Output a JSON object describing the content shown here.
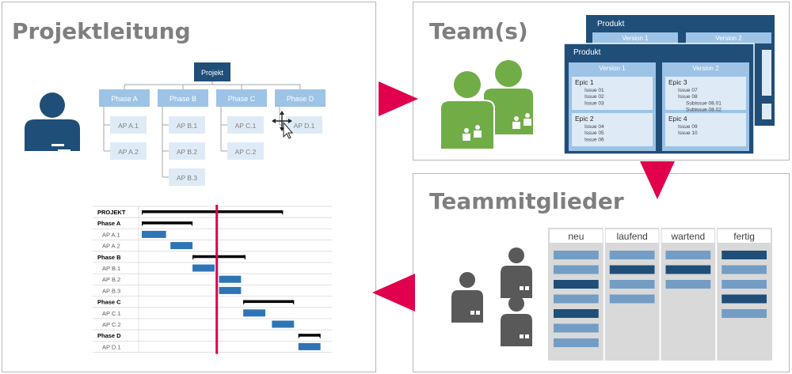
{
  "colors": {
    "dark_blue": "#1f4e79",
    "mid_blue": "#2e75b6",
    "light_blue": "#9dc3e6",
    "pale_blue": "#deebf7",
    "green": "#70ad47",
    "grey_figure": "#595959",
    "title_grey": "#7f7f7f",
    "accent_red": "#e0004d",
    "board_bg": "#d9d9d9"
  },
  "panels": {
    "projektleitung": {
      "title": "Projektleitung"
    },
    "teams": {
      "title": "Team(s)"
    },
    "teammitglieder": {
      "title": "Teammitglieder"
    }
  },
  "org_chart": {
    "root": "Projekt",
    "phases": [
      {
        "label": "Phase A",
        "packages": [
          "AP A.1",
          "AP A.2"
        ]
      },
      {
        "label": "Phase B",
        "packages": [
          "AP B.1",
          "AP B.2",
          "AP B.3"
        ]
      },
      {
        "label": "Phase C",
        "packages": [
          "AP C.1",
          "AP C.2"
        ]
      },
      {
        "label": "Phase D",
        "packages": [
          "AP D.1"
        ]
      }
    ]
  },
  "gantt": {
    "rows": [
      {
        "label": "PROJEKT",
        "bold": true,
        "kind": "summary",
        "start": 0,
        "end": 6.4
      },
      {
        "label": "Phase A",
        "bold": true,
        "kind": "summary",
        "start": 0,
        "end": 2.3
      },
      {
        "label": "AP A.1",
        "bold": false,
        "kind": "task",
        "start": 0,
        "end": 1.1
      },
      {
        "label": "AP A.2",
        "bold": false,
        "kind": "task",
        "start": 1.3,
        "end": 2.3
      },
      {
        "label": "Phase B",
        "bold": true,
        "kind": "summary",
        "start": 2.3,
        "end": 4.7
      },
      {
        "label": "AP B.1",
        "bold": false,
        "kind": "task",
        "start": 2.3,
        "end": 3.3
      },
      {
        "label": "AP B.2",
        "bold": false,
        "kind": "task",
        "start": 3.5,
        "end": 4.5
      },
      {
        "label": "AP B.3",
        "bold": false,
        "kind": "task",
        "start": 3.5,
        "end": 4.5
      },
      {
        "label": "Phase C",
        "bold": true,
        "kind": "summary",
        "start": 4.6,
        "end": 6.9
      },
      {
        "label": "AP C.1",
        "bold": false,
        "kind": "task",
        "start": 4.6,
        "end": 5.6
      },
      {
        "label": "AP C.2",
        "bold": false,
        "kind": "task",
        "start": 5.9,
        "end": 6.9
      },
      {
        "label": "Phase D",
        "bold": true,
        "kind": "summary",
        "start": 7.1,
        "end": 8.1
      },
      {
        "label": "AP D.1",
        "bold": false,
        "kind": "task",
        "start": 7.1,
        "end": 8.1
      }
    ],
    "today": 3.4,
    "range": [
      0,
      8.4
    ]
  },
  "backlog": {
    "back": {
      "title": "Produkt",
      "versions": [
        "Version 1",
        "Version 2"
      ]
    },
    "front": {
      "title": "Produkt",
      "versions": [
        {
          "label": "Version 1",
          "epics": [
            {
              "title": "Epic 1",
              "issues": [
                "Issue 01",
                "Issue 02",
                "Issue 03"
              ]
            },
            {
              "title": "Epic 2",
              "issues": [
                "Issue 04",
                "Issue 05",
                "Issue 06"
              ]
            }
          ]
        },
        {
          "label": "Version 2",
          "epics": [
            {
              "title": "Epic 3",
              "issues": [
                "Issue 07",
                "Issue 08"
              ],
              "subissues": [
                "Subissue 08.01",
                "Subissue 08.02"
              ]
            },
            {
              "title": "Epic 4",
              "issues": [
                "Issue 09",
                "Issue 10"
              ]
            }
          ]
        }
      ]
    }
  },
  "kanban": {
    "columns": [
      {
        "title": "neu",
        "cards": [
          "light",
          "light",
          "dark",
          "light",
          "dark",
          "light",
          "light"
        ]
      },
      {
        "title": "laufend",
        "cards": [
          "light",
          "dark",
          "light",
          "light"
        ]
      },
      {
        "title": "wartend",
        "cards": [
          "light",
          "dark",
          "light"
        ]
      },
      {
        "title": "fertig",
        "cards": [
          "dark",
          "light",
          "light",
          "dark",
          "light"
        ]
      }
    ]
  }
}
